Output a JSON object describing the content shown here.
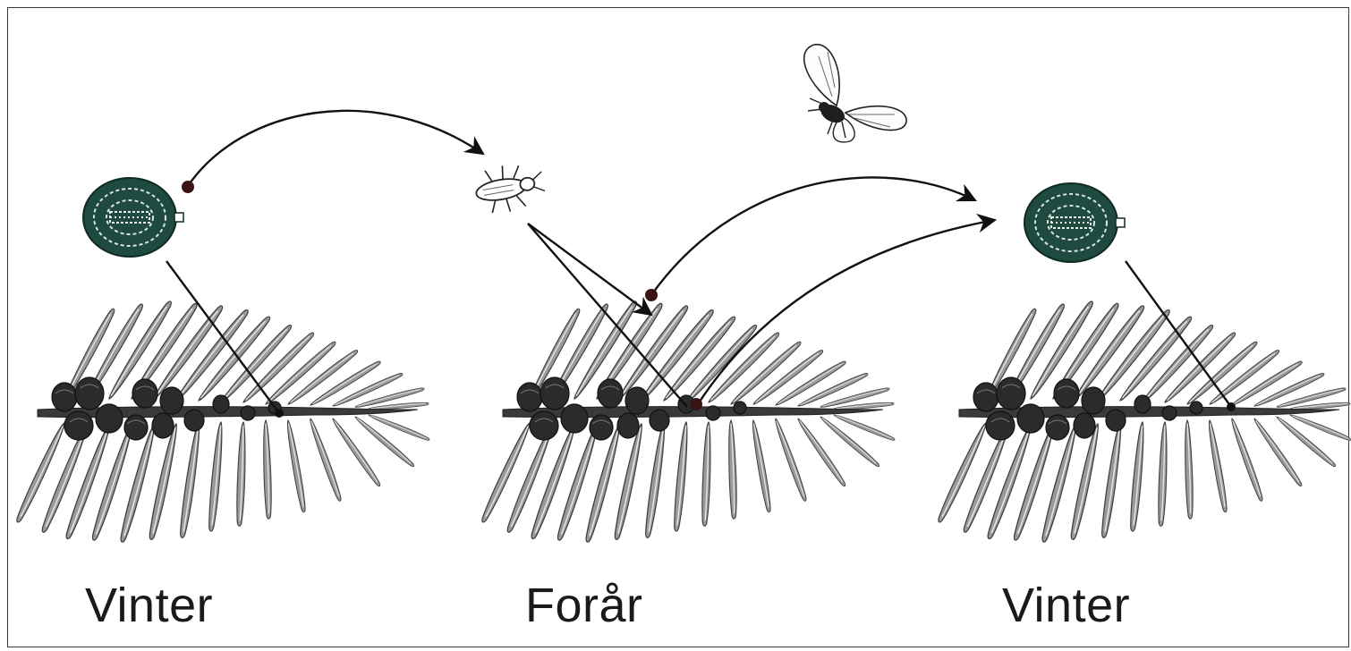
{
  "diagram": {
    "stages": [
      {
        "label": "Vinter"
      },
      {
        "label": "Forår"
      },
      {
        "label": "Vinter"
      }
    ],
    "organisms": {
      "overwintering_egg": "green-scale-egg-icon",
      "nymph": "nymph-insect-icon",
      "winged_adult": "winged-aphid-icon",
      "host": "spruce-branch-icon"
    },
    "colors": {
      "egg_fill": "#1f4a40",
      "egg_pattern": "#d8e6df",
      "arrow": "#111111",
      "needle": "#8c8c8c",
      "bud": "#2a2a2a"
    }
  }
}
